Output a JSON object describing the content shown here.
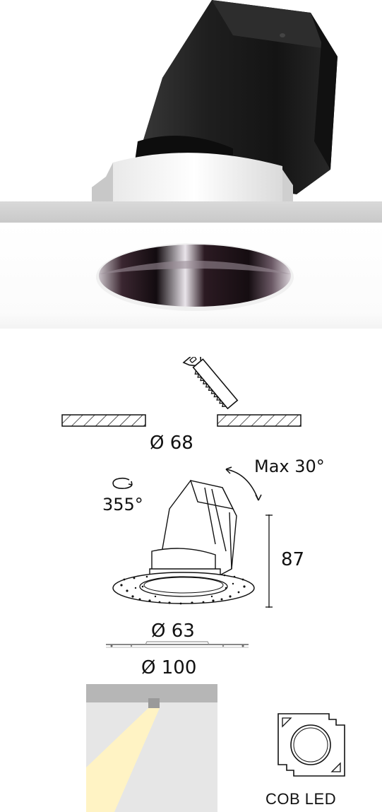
{
  "labels": {
    "cutout_diameter": "Ø 68",
    "tilt_max": "Max 30°",
    "rotation": "355°",
    "height": "87",
    "inner_diameter": "Ø 63",
    "outer_diameter": "Ø 100",
    "light_source": "COB LED"
  },
  "colors": {
    "housing": "#1c1c1c",
    "trim": "#f2f2f2",
    "reflector": "#2a1a20",
    "ceiling": "#dedede",
    "beam": "#fff3c4"
  },
  "icons": [
    "saw-icon",
    "rotate-icon",
    "tilt-arrow-icon",
    "cob-chip-icon"
  ]
}
